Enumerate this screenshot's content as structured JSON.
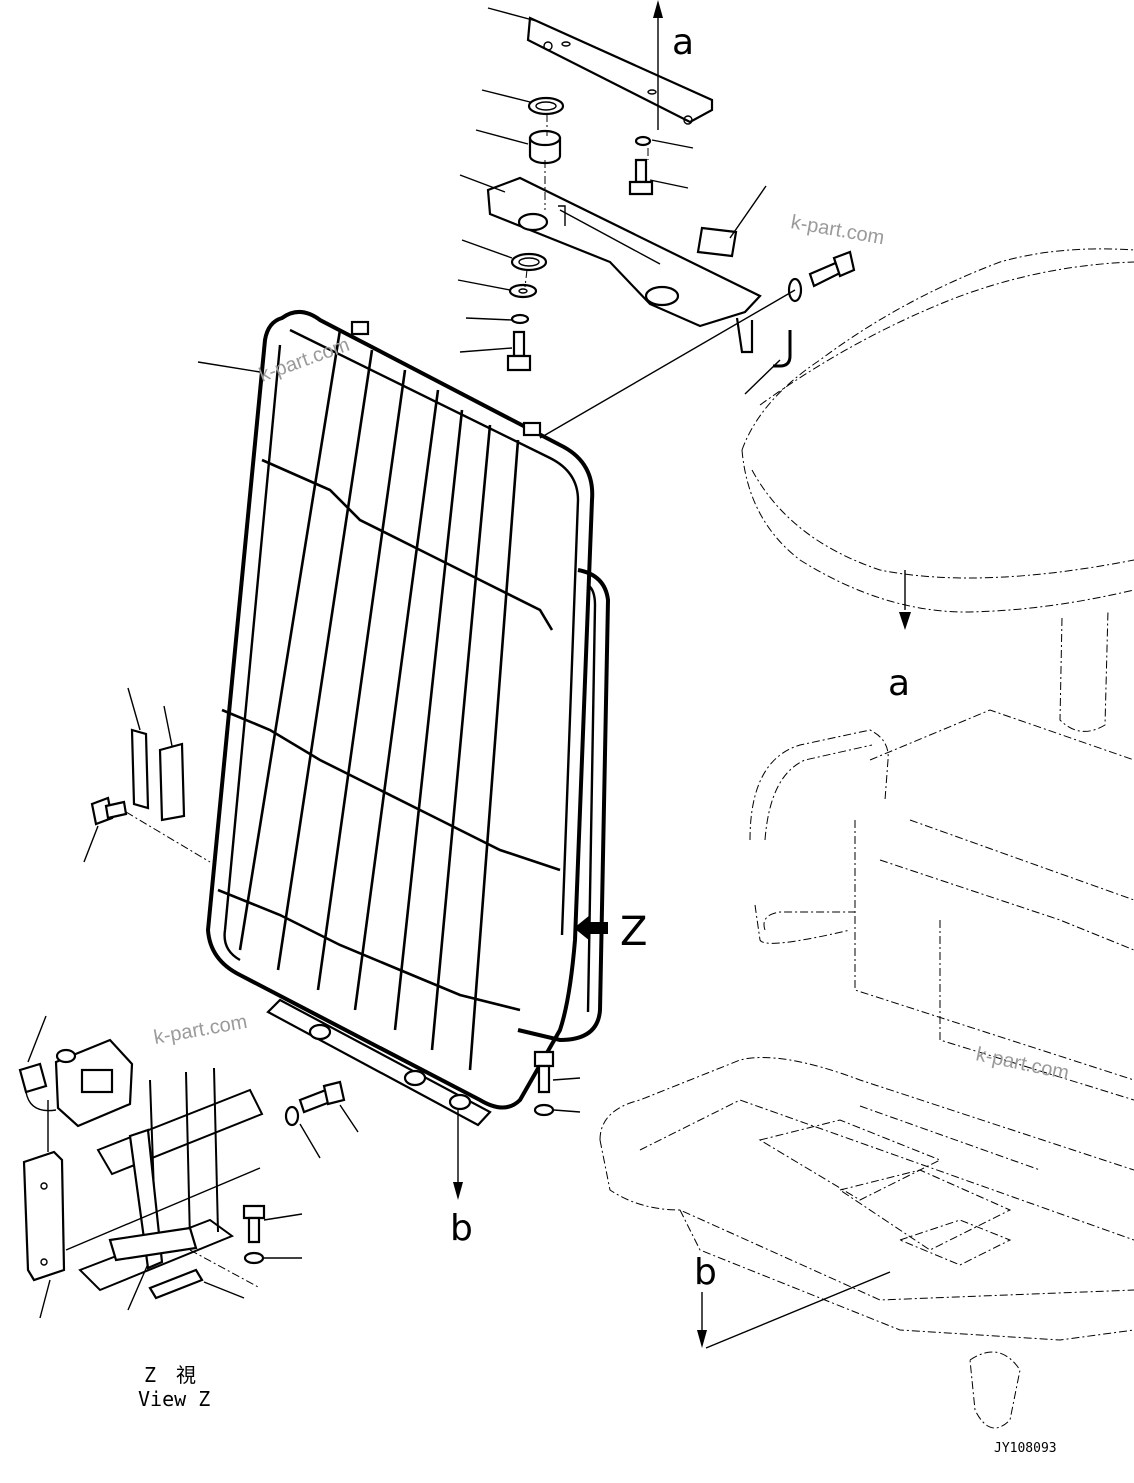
{
  "diagram": {
    "labels": {
      "arrow_a_top": "a",
      "arrow_a_seat": "a",
      "arrow_b_guard": "b",
      "arrow_b_floor": "b",
      "view_arrow": "Z",
      "view_caption_jp": "Z　視",
      "view_caption_en": "View Z",
      "drawing_code": "JY108093"
    },
    "watermarks": [
      "k-part.com",
      "k-part.com",
      "k-part.com",
      "k-part.com"
    ]
  }
}
